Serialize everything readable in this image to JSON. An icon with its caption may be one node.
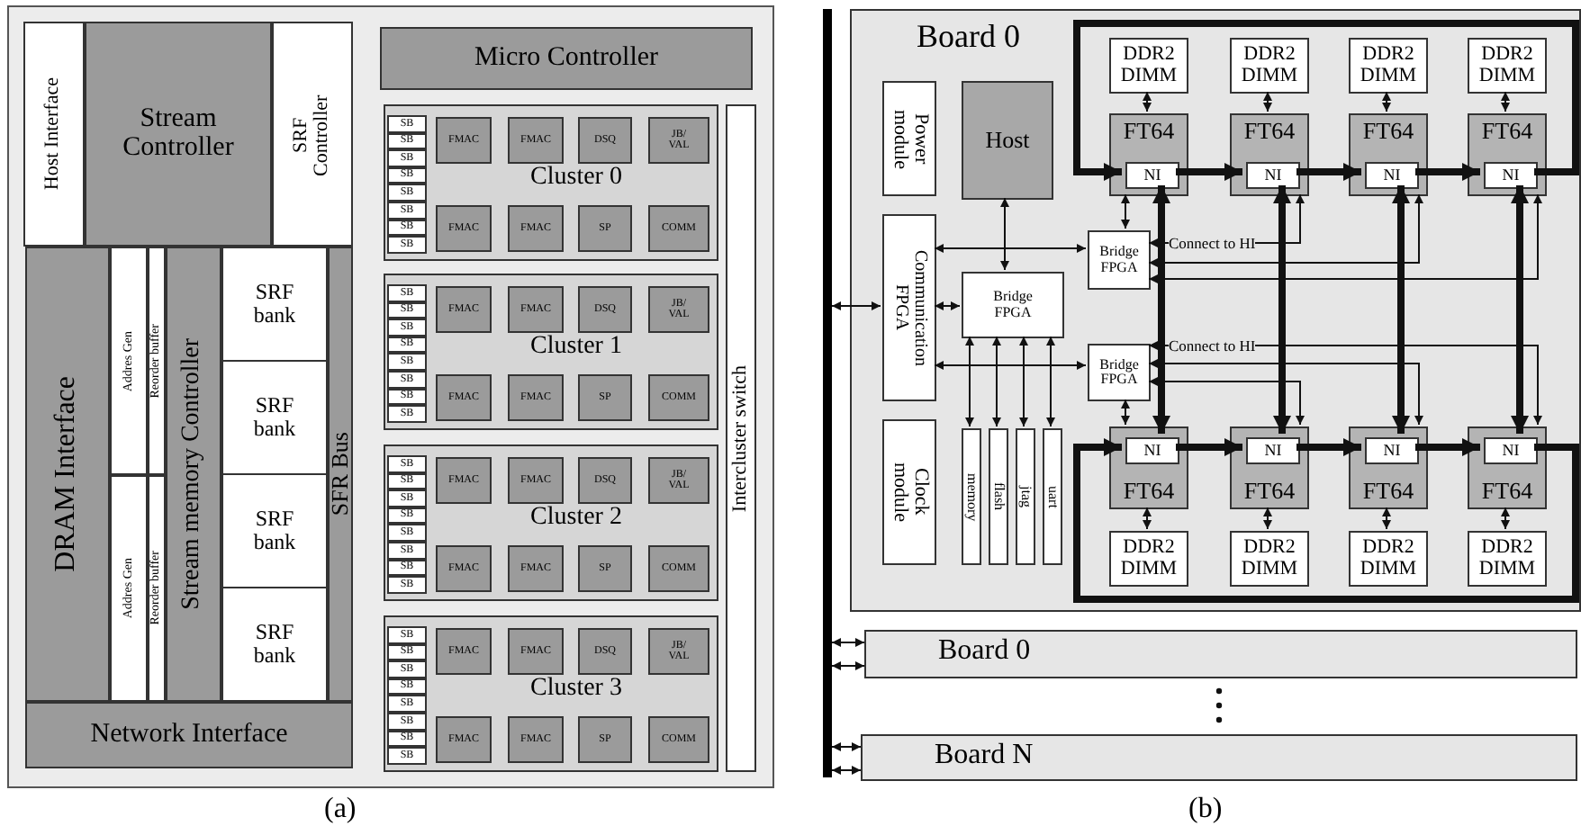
{
  "diagram": {
    "nodes": [
      {
        "text": [
          "Host Interface"
        ]
      },
      {
        "text": [
          "Stream Controller"
        ]
      },
      {
        "text": [
          "SRF Controller"
        ]
      },
      {
        "text": [
          "DRAM Interface"
        ]
      },
      {
        "text": [
          "Addres Gen"
        ]
      },
      {
        "text": [
          "Reorder buffer"
        ]
      },
      {
        "text": [
          "Addres Gen"
        ]
      },
      {
        "text": [
          "Reorder buffer"
        ]
      },
      {
        "text": [
          "Stream memory Controller"
        ]
      },
      {
        "text": [
          "SRF bank"
        ]
      },
      {
        "text": [
          "SRF bank"
        ]
      },
      {
        "text": [
          "SRF bank"
        ]
      },
      {
        "text": [
          "SRF bank"
        ]
      },
      {
        "text": [
          "SFR Bus"
        ]
      },
      {
        "text": [
          "Network Interface"
        ]
      },
      {
        "text": [
          "Micro Controller"
        ]
      },
      {
        "text": [
          "Cluster 0"
        ]
      },
      {
        "text": [
          "SB"
        ],
        "in": 16
      },
      {
        "text": [
          "SB"
        ],
        "in": 16
      },
      {
        "text": [
          "SB"
        ],
        "in": 16
      },
      {
        "text": [
          "SB"
        ],
        "in": 16
      },
      {
        "text": [
          "SB"
        ],
        "in": 16
      },
      {
        "text": [
          "SB"
        ],
        "in": 16
      },
      {
        "text": [
          "SB"
        ],
        "in": 16
      },
      {
        "text": [
          "SB"
        ],
        "in": 16
      },
      {
        "text": [
          "FMAC"
        ],
        "in": 16
      },
      {
        "text": [
          "FMAC"
        ],
        "in": 16
      },
      {
        "text": [
          "DSQ"
        ],
        "in": 16
      },
      {
        "text": [
          "JB/ VAL"
        ],
        "in": 16
      },
      {
        "text": [
          "FMAC"
        ],
        "in": 16
      },
      {
        "text": [
          "FMAC"
        ],
        "in": 16
      },
      {
        "text": [
          "SP"
        ],
        "in": 16
      },
      {
        "text": [
          "COMM"
        ],
        "in": 16
      },
      {
        "text": [
          "Cluster 1"
        ]
      },
      {
        "text": [
          "SB"
        ],
        "in": 33
      },
      {
        "text": [
          "SB"
        ],
        "in": 33
      },
      {
        "text": [
          "SB"
        ],
        "in": 33
      },
      {
        "text": [
          "SB"
        ],
        "in": 33
      },
      {
        "text": [
          "SB"
        ],
        "in": 33
      },
      {
        "text": [
          "SB"
        ],
        "in": 33
      },
      {
        "text": [
          "SB"
        ],
        "in": 33
      },
      {
        "text": [
          "SB"
        ],
        "in": 33
      },
      {
        "text": [
          "FMAC"
        ],
        "in": 33
      },
      {
        "text": [
          "FMAC"
        ],
        "in": 33
      },
      {
        "text": [
          "DSQ"
        ],
        "in": 33
      },
      {
        "text": [
          "JB/ VAL"
        ],
        "in": 33
      },
      {
        "text": [
          "FMAC"
        ],
        "in": 33
      },
      {
        "text": [
          "FMAC"
        ],
        "in": 33
      },
      {
        "text": [
          "SP"
        ],
        "in": 33
      },
      {
        "text": [
          "COMM"
        ],
        "in": 33
      },
      {
        "text": [
          "Cluster 2"
        ]
      },
      {
        "text": [
          "SB"
        ],
        "in": 50
      },
      {
        "text": [
          "SB"
        ],
        "in": 50
      },
      {
        "text": [
          "SB"
        ],
        "in": 50
      },
      {
        "text": [
          "SB"
        ],
        "in": 50
      },
      {
        "text": [
          "SB"
        ],
        "in": 50
      },
      {
        "text": [
          "SB"
        ],
        "in": 50
      },
      {
        "text": [
          "SB"
        ],
        "in": 50
      },
      {
        "text": [
          "SB"
        ],
        "in": 50
      },
      {
        "text": [
          "FMAC"
        ],
        "in": 50
      },
      {
        "text": [
          "FMAC"
        ],
        "in": 50
      },
      {
        "text": [
          "DSQ"
        ],
        "in": 50
      },
      {
        "text": [
          "JB/ VAL"
        ],
        "in": 50
      },
      {
        "text": [
          "FMAC"
        ],
        "in": 50
      },
      {
        "text": [
          "FMAC"
        ],
        "in": 50
      },
      {
        "text": [
          "SP"
        ],
        "in": 50
      },
      {
        "text": [
          "COMM"
        ],
        "in": 50
      },
      {
        "text": [
          "Cluster 3"
        ]
      },
      {
        "text": [
          "SB"
        ],
        "in": 67
      },
      {
        "text": [
          "SB"
        ],
        "in": 67
      },
      {
        "text": [
          "SB"
        ],
        "in": 67
      },
      {
        "text": [
          "SB"
        ],
        "in": 67
      },
      {
        "text": [
          "SB"
        ],
        "in": 67
      },
      {
        "text": [
          "SB"
        ],
        "in": 67
      },
      {
        "text": [
          "SB"
        ],
        "in": 67
      },
      {
        "text": [
          "SB"
        ],
        "in": 67
      },
      {
        "text": [
          "FMAC"
        ],
        "in": 67
      },
      {
        "text": [
          "FMAC"
        ],
        "in": 67
      },
      {
        "text": [
          "DSQ"
        ],
        "in": 67
      },
      {
        "text": [
          "JB/ VAL"
        ],
        "in": 67
      },
      {
        "text": [
          "FMAC"
        ],
        "in": 67
      },
      {
        "text": [
          "FMAC"
        ],
        "in": 67
      },
      {
        "text": [
          "SP"
        ],
        "in": 67
      },
      {
        "text": [
          "COMM"
        ],
        "in": 67
      },
      {
        "text": [
          "Intercluster switch"
        ]
      },
      {
        "text": [],
        "shape": "bar"
      },
      {
        "text": [
          "Board 0"
        ]
      },
      {
        "text": [
          "Power module"
        ],
        "in": 86
      },
      {
        "text": [
          "Host"
        ],
        "in": 86
      },
      {
        "text": [
          "Communication FPGA"
        ],
        "in": 86
      },
      {
        "text": [
          "Bridge FPGA"
        ],
        "in": 86
      },
      {
        "text": [
          "Clock module"
        ],
        "in": 86
      },
      {
        "text": [
          "memory"
        ],
        "in": 86
      },
      {
        "text": [
          "flash"
        ],
        "in": 86
      },
      {
        "text": [
          "jtag"
        ],
        "in": 86
      },
      {
        "text": [
          "uart"
        ],
        "in": 86
      },
      {
        "text": [
          "Bridge FPGA"
        ],
        "in": 86
      },
      {
        "text": [
          "Bridge FPGA"
        ],
        "in": 86
      },
      {
        "text": [
          "DDR2 DIMM"
        ],
        "in": 86
      },
      {
        "text": [
          "DDR2 DIMM"
        ],
        "in": 86
      },
      {
        "text": [
          "DDR2 DIMM"
        ],
        "in": 86
      },
      {
        "text": [
          "DDR2 DIMM"
        ],
        "in": 86
      },
      {
        "text": [
          "FT64"
        ],
        "in": 86
      },
      {
        "text": [
          "NI"
        ],
        "in": 102
      },
      {
        "text": [
          "FT64"
        ],
        "in": 86
      },
      {
        "text": [
          "NI"
        ],
        "in": 104
      },
      {
        "text": [
          "FT64"
        ],
        "in": 86
      },
      {
        "text": [
          "NI"
        ],
        "in": 106
      },
      {
        "text": [
          "FT64"
        ],
        "in": 86
      },
      {
        "text": [
          "NI"
        ],
        "in": 108
      },
      {
        "text": [
          "FT64"
        ],
        "in": 86
      },
      {
        "text": [
          "NI"
        ],
        "in": 110
      },
      {
        "text": [
          "FT64"
        ],
        "in": 86
      },
      {
        "text": [
          "NI"
        ],
        "in": 112
      },
      {
        "text": [
          "FT64"
        ],
        "in": 86
      },
      {
        "text": [
          "NI"
        ],
        "in": 114
      },
      {
        "text": [
          "FT64"
        ],
        "in": 86
      },
      {
        "text": [
          "NI"
        ],
        "in": 116
      },
      {
        "text": [
          "DDR2 DIMM"
        ],
        "in": 86
      },
      {
        "text": [
          "DDR2 DIMM"
        ],
        "in": 86
      },
      {
        "text": [
          "DDR2 DIMM"
        ],
        "in": 86
      },
      {
        "text": [
          "DDR2 DIMM"
        ],
        "in": 86
      },
      {
        "text": [
          "Board 0"
        ]
      },
      {
        "text": [
          "Board N"
        ]
      }
    ],
    "edges": [
      {
        "from": 98,
        "to": 102,
        "arrow": "both"
      },
      {
        "from": 99,
        "to": 104,
        "arrow": "both"
      },
      {
        "from": 100,
        "to": 106,
        "arrow": "both"
      },
      {
        "from": 101,
        "to": 108,
        "arrow": "both"
      },
      {
        "from": 110,
        "to": 118,
        "arrow": "both"
      },
      {
        "from": 112,
        "to": 119,
        "arrow": "both"
      },
      {
        "from": 114,
        "to": 120,
        "arrow": "both"
      },
      {
        "from": 116,
        "to": 121,
        "arrow": "both"
      },
      {
        "from": 103,
        "to": 105,
        "arrow": "to",
        "style": "thick"
      },
      {
        "from": 105,
        "to": 107,
        "arrow": "to",
        "style": "thick"
      },
      {
        "from": 107,
        "to": 109,
        "arrow": "to",
        "style": "thick"
      },
      {
        "from": 109,
        "to": 103,
        "arrow": "to",
        "style": "thick"
      },
      {
        "from": 111,
        "to": 113,
        "arrow": "to",
        "style": "thick"
      },
      {
        "from": 113,
        "to": 115,
        "arrow": "to",
        "style": "thick"
      },
      {
        "from": 115,
        "to": 117,
        "arrow": "to",
        "style": "thick"
      },
      {
        "from": 117,
        "to": 111,
        "arrow": "to",
        "style": "thick"
      },
      {
        "from": 103,
        "to": 111,
        "arrow": "both",
        "style": "thick"
      },
      {
        "from": 105,
        "to": 113,
        "arrow": "both",
        "style": "thick"
      },
      {
        "from": 107,
        "to": 115,
        "arrow": "both",
        "style": "thick"
      },
      {
        "from": 109,
        "to": 117,
        "arrow": "both",
        "style": "thick"
      },
      {
        "from": 88,
        "to": 90,
        "arrow": "both"
      },
      {
        "from": 89,
        "to": 96,
        "arrow": "both"
      },
      {
        "from": 89,
        "to": 90,
        "arrow": "both"
      },
      {
        "from": 89,
        "to": 97,
        "arrow": "both"
      },
      {
        "from": 90,
        "to": 92,
        "arrow": "both"
      },
      {
        "from": 90,
        "to": 93,
        "arrow": "both"
      },
      {
        "from": 90,
        "to": 94,
        "arrow": "both"
      },
      {
        "from": 90,
        "to": 95,
        "arrow": "both"
      },
      {
        "from": 96,
        "to": 102,
        "arrow": "both"
      },
      {
        "from": 96,
        "to": 104,
        "arrow": "both",
        "label": "Connect to HI"
      },
      {
        "from": 96,
        "to": 106,
        "arrow": "both"
      },
      {
        "from": 96,
        "to": 108,
        "arrow": "both"
      },
      {
        "from": 97,
        "to": 110,
        "arrow": "both"
      },
      {
        "from": 97,
        "to": 112,
        "arrow": "both"
      },
      {
        "from": 97,
        "to": 114,
        "arrow": "both"
      },
      {
        "from": 97,
        "to": 116,
        "arrow": "both",
        "label": "Connect to HI"
      },
      {
        "from": 85,
        "to": 89,
        "arrow": "both"
      },
      {
        "from": 85,
        "to": 122,
        "arrow": "both"
      },
      {
        "from": 85,
        "to": 122,
        "arrow": "both"
      },
      {
        "from": 85,
        "to": 123,
        "arrow": "both"
      },
      {
        "from": 85,
        "to": 123,
        "arrow": "both"
      }
    ],
    "labels": [
      "(a)",
      "(b)"
    ]
  }
}
